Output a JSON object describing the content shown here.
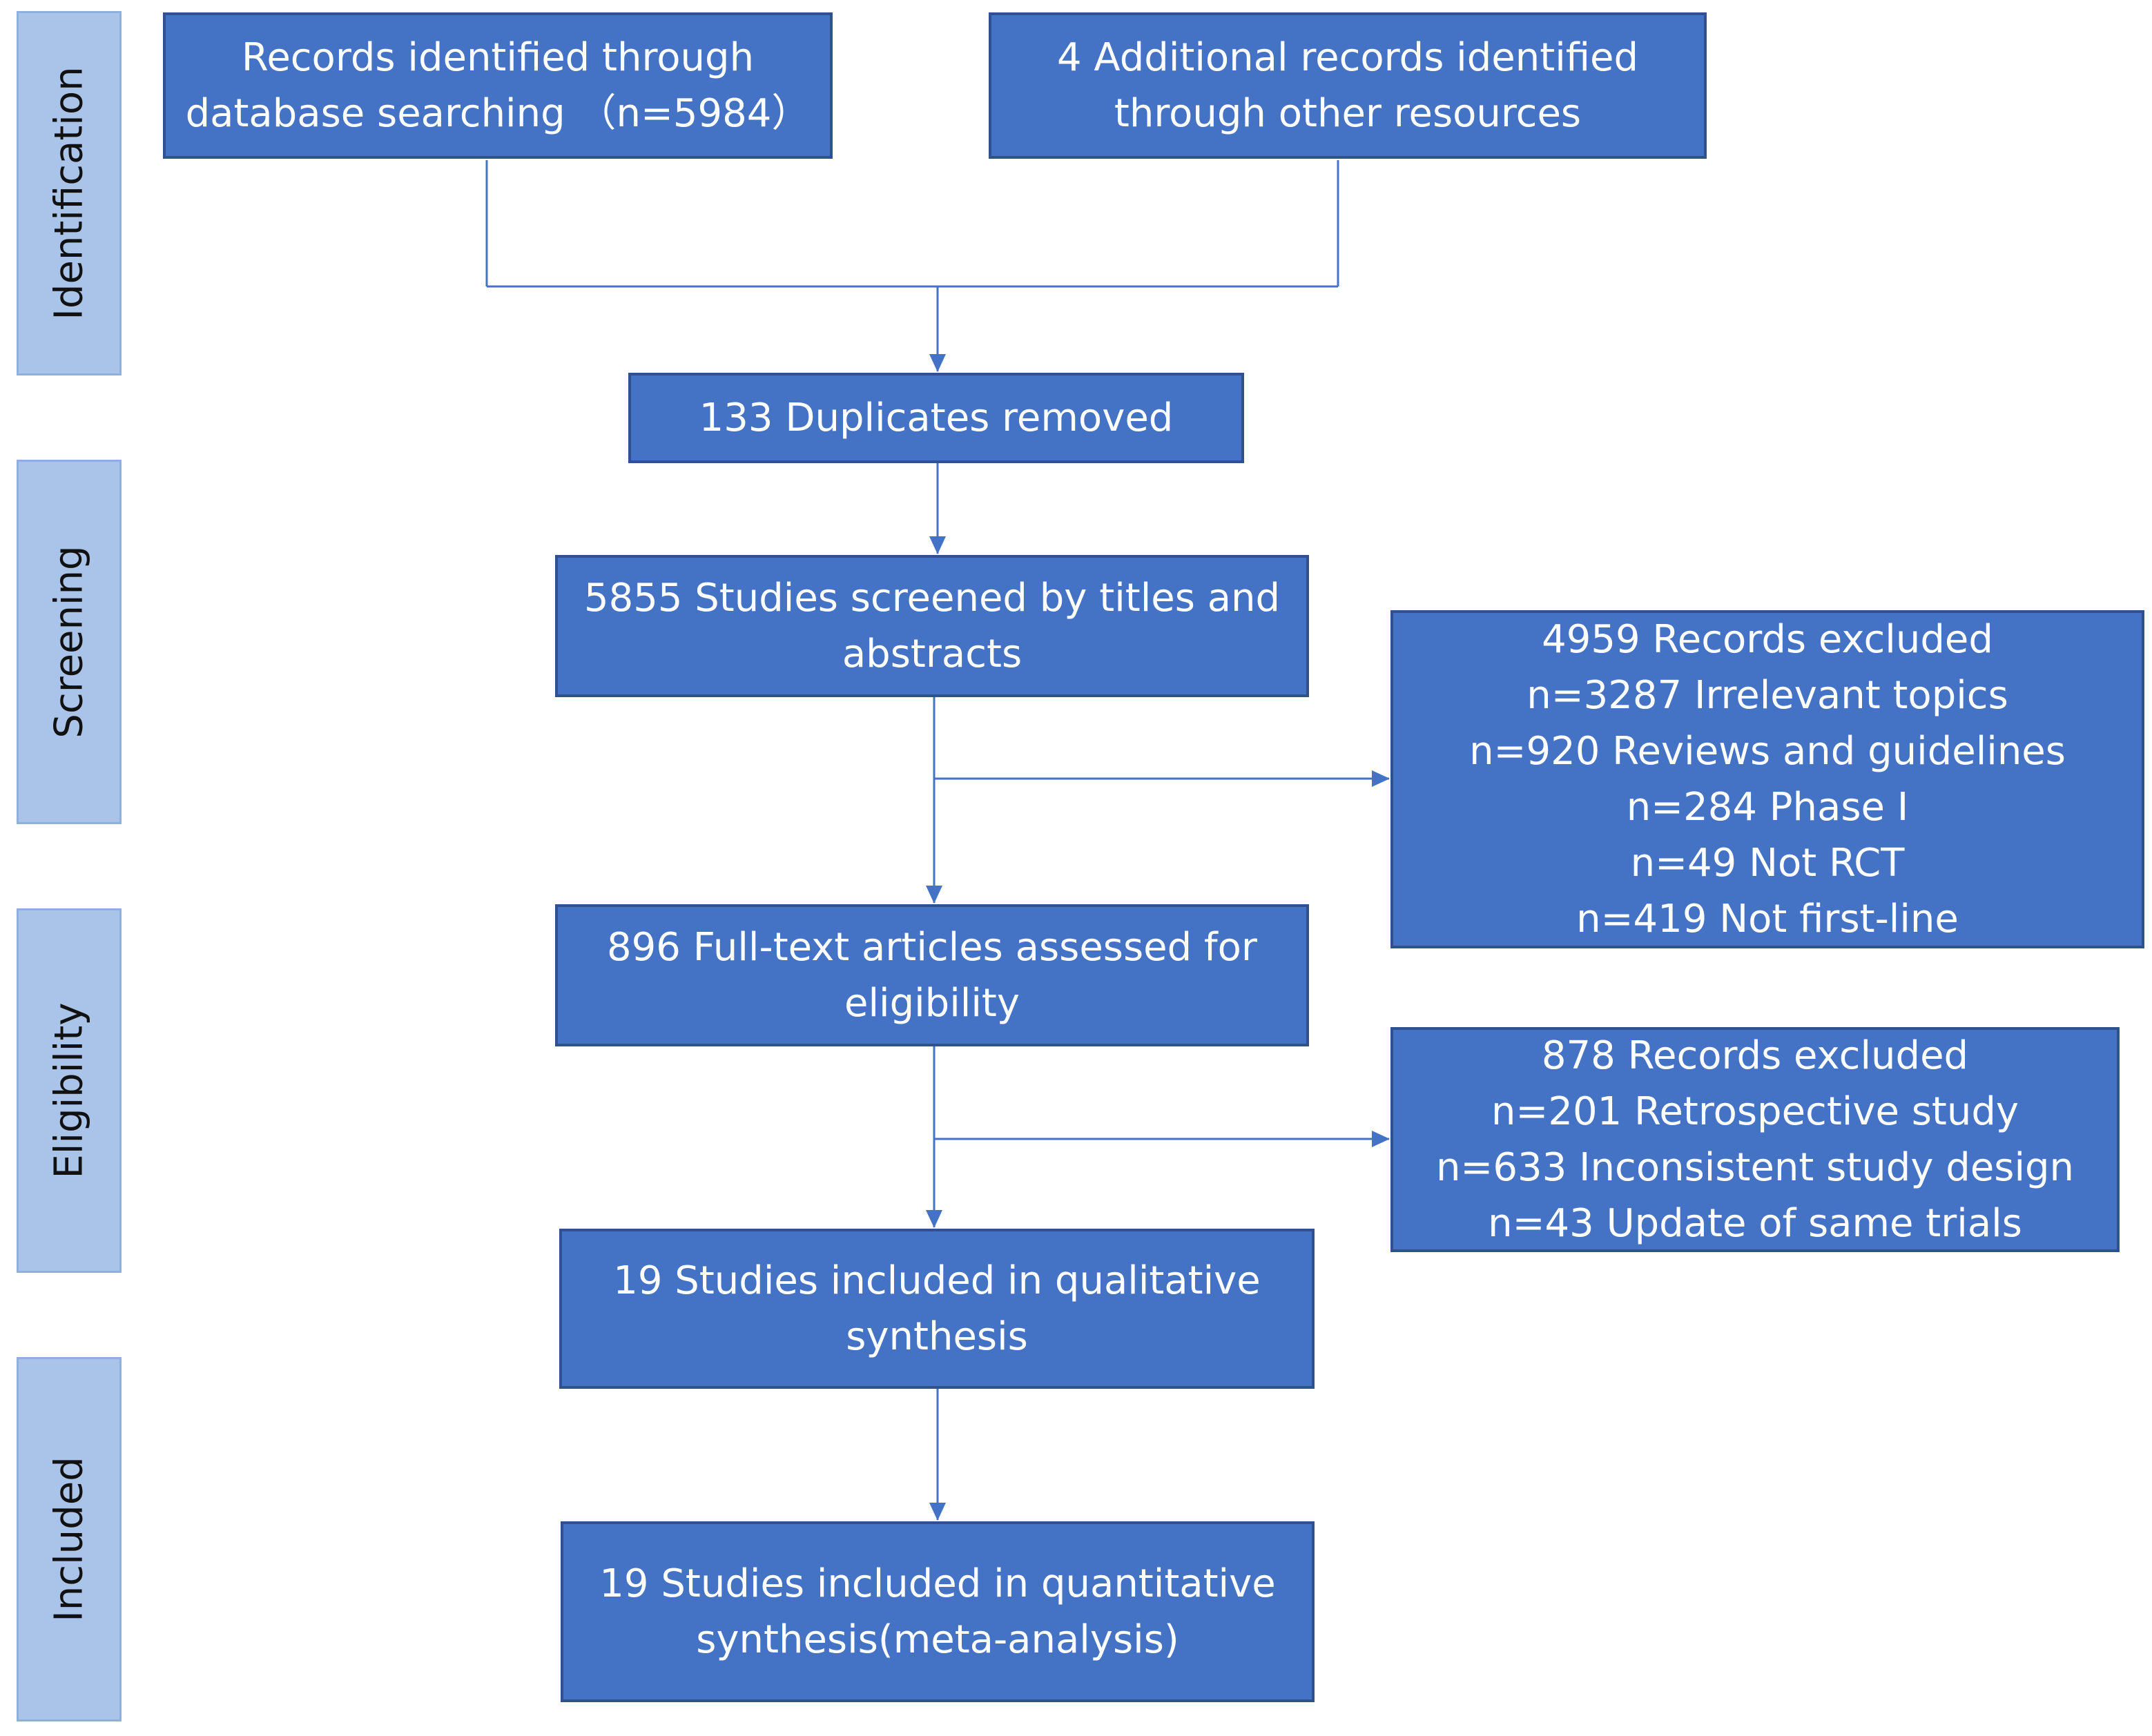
{
  "phases": {
    "identification": "Identification",
    "screening": "Screening",
    "eligibility": "Eligibility",
    "included": "Included"
  },
  "boxes": {
    "database_records": [
      "Records identified through",
      "database searching （n=5984）"
    ],
    "additional_records": [
      "4 Additional records identified",
      "through other resources"
    ],
    "duplicates_removed": [
      "133 Duplicates removed"
    ],
    "screened": [
      "5855 Studies screened by titles and",
      "abstracts"
    ],
    "screening_excluded": [
      "4959 Records excluded",
      "n=3287 Irrelevant topics",
      "n=920  Reviews and guidelines",
      "n=284 Phase Ⅰ",
      "n=49 Not RCT",
      "n=419 Not first-line"
    ],
    "full_text": [
      "896 Full-text articles assessed for",
      "eligibility"
    ],
    "eligibility_excluded": [
      "878 Records excluded",
      "n=201 Retrospective study",
      "n=633 Inconsistent study design",
      "n=43 Update of same trials"
    ],
    "qualitative": [
      "19  Studies included in qualitative",
      "synthesis"
    ],
    "quantitative": [
      "19 Studies included in quantitative",
      "synthesis(meta-analysis)"
    ]
  },
  "colors": {
    "box_fill": "#4472c4",
    "box_border": "#2f528f",
    "phase_fill": "#a9c4e8",
    "connector": "#4472c4"
  }
}
